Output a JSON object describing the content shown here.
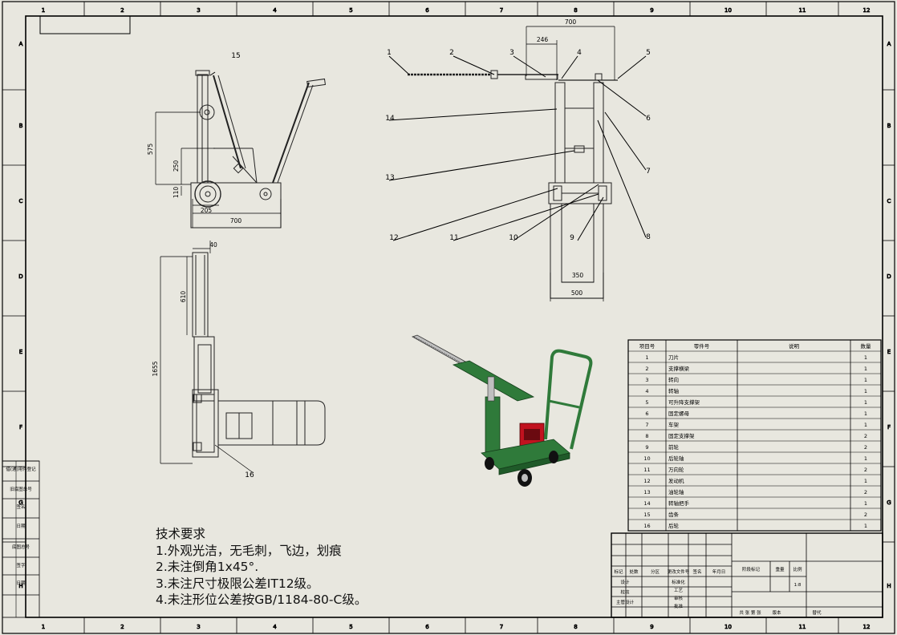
{
  "frame": {
    "col_labels": [
      "1",
      "2",
      "3",
      "4",
      "5",
      "6",
      "7",
      "8",
      "9",
      "10",
      "11",
      "12"
    ],
    "row_labels": [
      "A",
      "B",
      "C",
      "D",
      "E",
      "F",
      "G",
      "H"
    ]
  },
  "views": {
    "side_dims": [
      "575",
      "250",
      "110",
      "205",
      "700"
    ],
    "front_dims": [
      "700",
      "246",
      "350",
      "500"
    ],
    "plan_dims": [
      "40",
      "610",
      "1655"
    ],
    "side_callouts": [
      "15"
    ],
    "plan_callouts": [
      "16"
    ],
    "front_callouts": [
      "1",
      "2",
      "3",
      "4",
      "5",
      "14",
      "6",
      "7",
      "13",
      "12",
      "11",
      "10",
      "9",
      "8"
    ]
  },
  "bom": {
    "headers": [
      "项目号",
      "零件号",
      "说明",
      "数量"
    ],
    "rows": [
      {
        "no": "1",
        "part": "刀片",
        "desc": "",
        "qty": "1"
      },
      {
        "no": "2",
        "part": "支撑横梁",
        "desc": "",
        "qty": "1"
      },
      {
        "no": "3",
        "part": "转向",
        "desc": "",
        "qty": "1"
      },
      {
        "no": "4",
        "part": "转轴",
        "desc": "",
        "qty": "1"
      },
      {
        "no": "5",
        "part": "可升降支撑架",
        "desc": "",
        "qty": "1"
      },
      {
        "no": "6",
        "part": "固定螺母",
        "desc": "",
        "qty": "1"
      },
      {
        "no": "7",
        "part": "车架",
        "desc": "",
        "qty": "1"
      },
      {
        "no": "8",
        "part": "固定支撑架",
        "desc": "",
        "qty": "2"
      },
      {
        "no": "9",
        "part": "前轮",
        "desc": "",
        "qty": "2"
      },
      {
        "no": "10",
        "part": "后轮轴",
        "desc": "",
        "qty": "1"
      },
      {
        "no": "11",
        "part": "万向轮",
        "desc": "",
        "qty": "2"
      },
      {
        "no": "12",
        "part": "发动机",
        "desc": "",
        "qty": "1"
      },
      {
        "no": "13",
        "part": "油轮轴",
        "desc": "",
        "qty": "2"
      },
      {
        "no": "14",
        "part": "转轴把手",
        "desc": "",
        "qty": "1"
      },
      {
        "no": "15",
        "part": "齿条",
        "desc": "",
        "qty": "2"
      },
      {
        "no": "16",
        "part": "后轮",
        "desc": "",
        "qty": "1"
      }
    ]
  },
  "title_block": {
    "rev_headers": [
      "标记",
      "处数",
      "分区",
      "更改文件号",
      "签名",
      "年月日"
    ],
    "row_labels": [
      "设计",
      "校核",
      "主管设计",
      "标准化",
      "工艺",
      "审核",
      "批准"
    ],
    "stage_headers": [
      "阶段标记",
      "重量",
      "比例"
    ],
    "scale": "1:8",
    "bottom": [
      "共  张  第  张",
      "版本",
      "替代"
    ]
  },
  "left_strip": [
    "借(通)用件登记",
    "旧底图总号",
    "签名",
    "日期",
    "底图总号",
    "签字",
    "日期"
  ],
  "notes": {
    "title": "技术要求",
    "items": [
      "1.外观光洁，无毛刺，飞边，划痕",
      "2.未注倒角1x45°.",
      "3.未注尺寸极限公差IT12级。",
      "4.未注形位公差按GB/1184-80-C级。"
    ]
  },
  "colors": {
    "paper": "#e8e7df",
    "line": "#000000",
    "frame_green": "#2f7a3a",
    "engine_red": "#c1121f"
  }
}
